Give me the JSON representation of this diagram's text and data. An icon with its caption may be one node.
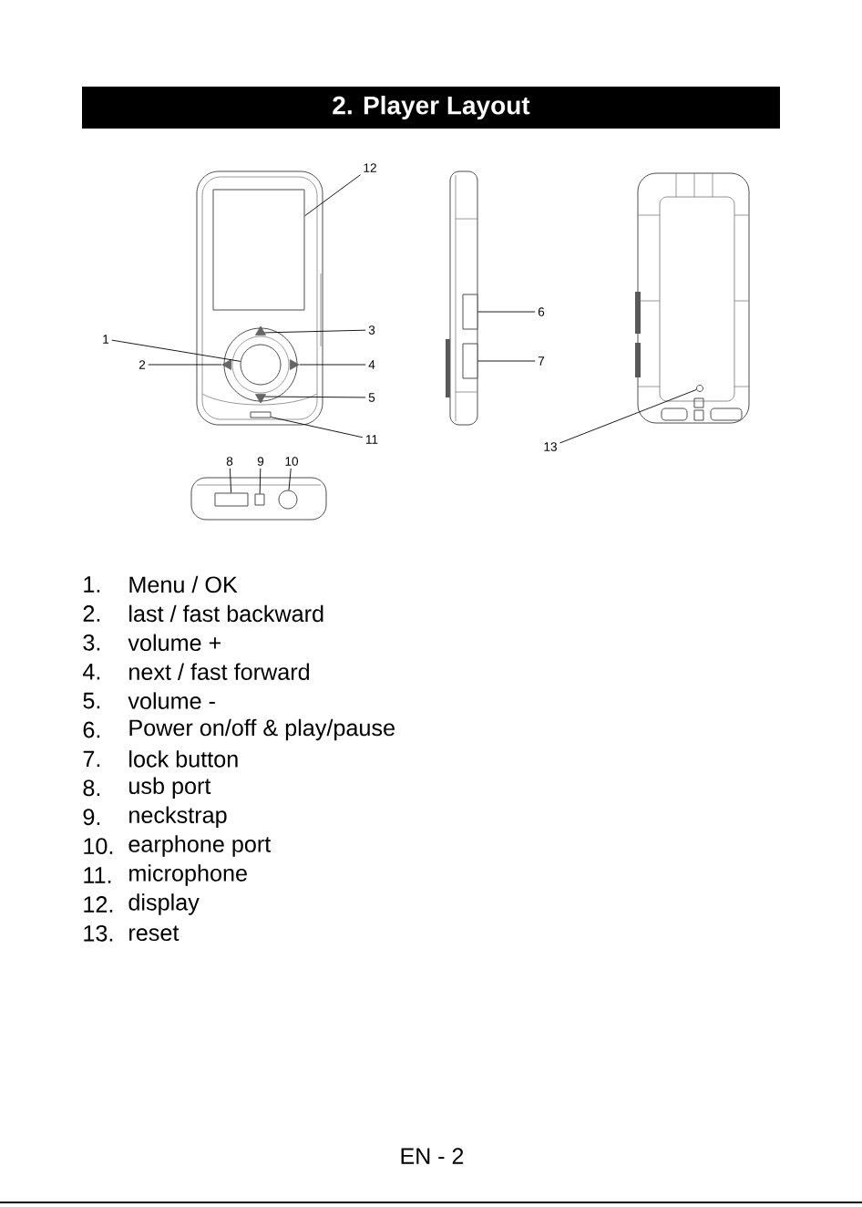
{
  "diagram": {
    "title": "2. Player Layout",
    "nodes": [
      {
        "text": [
          "12"
        ]
      },
      {
        "text": [],
        "shape": "box"
      },
      {
        "text": [
          "3"
        ]
      },
      {
        "text": [],
        "shape": "triangle"
      },
      {
        "text": [
          "1"
        ]
      },
      {
        "text": [],
        "shape": "circle"
      },
      {
        "text": [
          "2"
        ]
      },
      {
        "text": [],
        "shape": "triangle"
      },
      {
        "text": [],
        "shape": "triangle"
      },
      {
        "text": [
          "4"
        ]
      },
      {
        "text": [
          "5"
        ]
      },
      {
        "text": [],
        "shape": "triangle"
      },
      {
        "text": [
          "11"
        ]
      },
      {
        "text": [],
        "shape": "box"
      },
      {
        "text": [
          "6"
        ]
      },
      {
        "text": [],
        "shape": "box"
      },
      {
        "text": [
          "7"
        ]
      },
      {
        "text": [],
        "shape": "box"
      },
      {
        "text": [
          "13"
        ]
      },
      {
        "text": [],
        "shape": "circle"
      },
      {
        "text": [
          "8"
        ]
      },
      {
        "text": [
          "9"
        ]
      },
      {
        "text": [
          "10"
        ]
      },
      {
        "text": [],
        "shape": "box"
      },
      {
        "text": [],
        "shape": "box"
      },
      {
        "text": [],
        "shape": "circle"
      }
    ],
    "edges": [
      {
        "from": 0,
        "to": 1,
        "arrow": "none"
      },
      {
        "from": 2,
        "to": 3,
        "arrow": "none"
      },
      {
        "from": 4,
        "to": 5,
        "arrow": "none"
      },
      {
        "from": 6,
        "to": 7,
        "arrow": "none"
      },
      {
        "from": 9,
        "to": 8,
        "arrow": "none"
      },
      {
        "from": 10,
        "to": 11,
        "arrow": "none"
      },
      {
        "from": 12,
        "to": 13,
        "arrow": "none"
      },
      {
        "from": 14,
        "to": 15,
        "arrow": "none"
      },
      {
        "from": 16,
        "to": 17,
        "arrow": "none"
      },
      {
        "from": 18,
        "to": 19,
        "arrow": "none"
      },
      {
        "from": 20,
        "to": 23,
        "arrow": "none"
      },
      {
        "from": 21,
        "to": 24,
        "arrow": "none"
      },
      {
        "from": 22,
        "to": 25,
        "arrow": "none"
      }
    ],
    "labels": [
      "1.",
      "Menu / OK",
      "2.",
      "last / fast backward",
      "3.",
      "volume +",
      "4.",
      "next / fast forward",
      "5.",
      "volume -",
      "6.",
      "Power on/off & play/pause",
      "7.",
      "lock button",
      "8.",
      "usb port",
      "9.",
      "neckstrap",
      "10.",
      "earphone port",
      "11.",
      "microphone",
      "12.",
      "display",
      "13.",
      "reset",
      "EN - 2"
    ]
  }
}
